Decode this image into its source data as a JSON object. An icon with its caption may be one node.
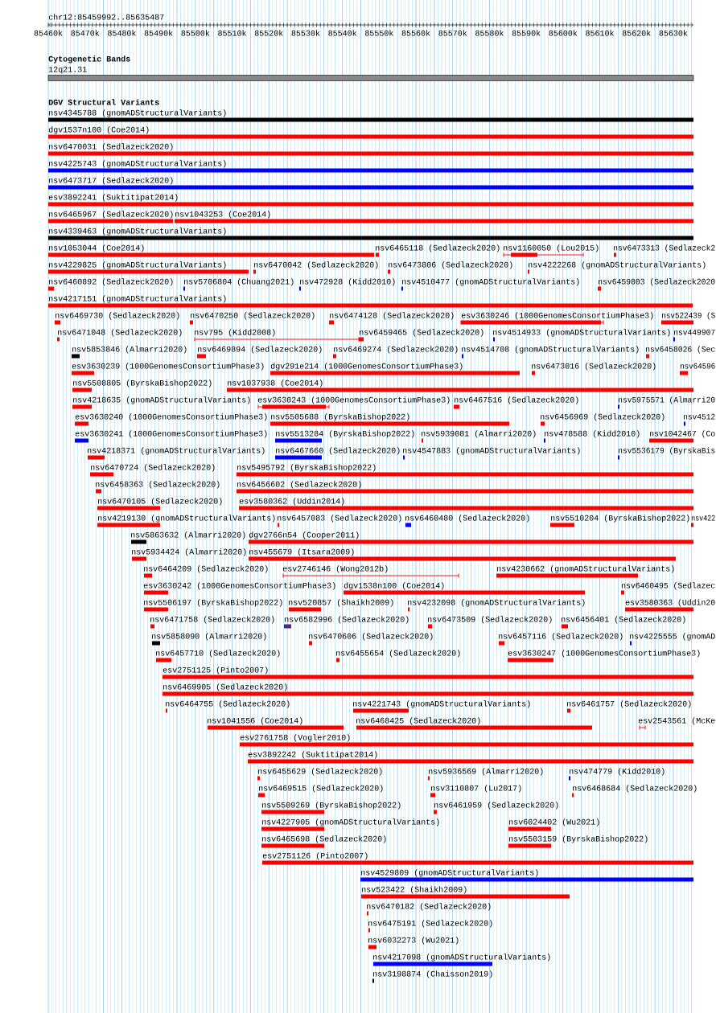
{
  "diagram": {
    "labels": [
      "chr12:85459992..85635487",
      "85460k",
      "85470k",
      "85480k",
      "85490k",
      "85500k",
      "85510k",
      "85520k",
      "85530k",
      "85540k",
      "85550k",
      "85560k",
      "85570k",
      "85580k",
      "85590k",
      "85600k",
      "85610k",
      "85620k",
      "85630k",
      "Cytogenetic Bands",
      "12q21.31",
      "DGV Structural Variants",
      "nsv4345788 (gnomADStructuralVariants)",
      "dgv1537n100 (Coe2014)",
      "nsv6470031 (Sedlazeck2020)",
      "nsv4225743 (gnomADStructuralVariants)",
      "nsv6473717 (Sedlazeck2020)",
      "esv3892241 (Suktitipat2014)",
      "nsv6465967 (Sedlazeck2020)",
      "nsv1043253 (Coe2014)",
      "nsv4339463 (gnomADStructuralVariants)",
      "nsv1053044 (Coe2014)",
      "nsv6465118 (Sedlazeck2020)",
      "nsv1160050 (Lou2015)",
      "nsv6473313 (Sedlazeck2",
      "nsv4229825 (gnomADStructuralVariants)",
      "nsv6470042 (Sedlazeck2020)",
      "nsv6473806 (Sedlazeck2020)",
      "nsv4222268 (gnomADStructuralVariants)",
      "nsv6460892 (Sedlazeck2020)",
      "nsv5706804 (Chuang2021)",
      "nsv472928 (Kidd2010)",
      "nsv4510477 (gnomADStructuralVariants)",
      "nsv6459803 (Sedlazeck2020",
      "nsv4217151 (gnomADStructuralVariants)",
      "nsv6469730 (Sedlazeck2020)",
      "nsv6470250 (Sedlazeck2020)",
      "nsv6474128 (Sedlazeck2020)",
      "esv3630246 (1000GenomesConsortiumPhase3)",
      "nsv522439 (S",
      "nsv6471048 (Sedlazeck2020)",
      "nsv795 (Kidd2008)",
      "nsv6459465 (Sedlazeck2020)",
      "nsv4514933 (gnomADStructuralVariants)",
      "nsv449907",
      "nsv5853846 (Almarri2020)",
      "nsv6469894 (Sedlazeck2020)",
      "nsv6469274 (Sedlazeck2020)",
      "nsv4514708 (gnomADStructuralVariants)",
      "nsv6458026 (Sec",
      "esv3630239 (1000GenomesConsortiumPhase3)",
      "dgv291e214 (1000GenomesConsortiumPhase3)",
      "nsv6473016 (Sedlazeck2020)",
      "nsv64596",
      "nsv5508805 (ByrskaBishop2022)",
      "nsv1037938 (Coe2014)",
      "nsv4218635 (gnomADStructuralVariants)",
      "esv3630243 (1000GenomesConsortiumPhase3)",
      "nsv6467516 (Sedlazeck2020)",
      "nsv5975571 (Almarri20",
      "esv3630240 (1000GenomesConsortiumPhase3)",
      "nsv5505688 (ByrskaBishop2022)",
      "nsv6456969 (Sedlazeck2020)",
      "nsv4512",
      "esv3630241 (1000GenomesConsortiumPhase3)",
      "nsv5513284 (ByrskaBishop2022)",
      "nsv5939081 (Almarri2020)",
      "nsv478588 (Kidd2010)",
      "nsv1042467 (Co",
      "nsv4218371 (gnomADStructuralVariants)",
      "nsv6467660 (Sedlazeck2020)",
      "nsv4547883 (gnomADStructuralVariants)",
      "nsv5536179 (ByrskaBis",
      "nsv6470724 (Sedlazeck2020)",
      "nsv5495792 (ByrskaBishop2022)",
      "nsv6458363 (Sedlazeck2020)",
      "nsv6456602 (Sedlazeck2020)",
      "nsv6470105 (Sedlazeck2020)",
      "esv3580362 (Uddin2014)",
      "nsv4219130 (gnomADStructuralVariants)",
      "nsv6457083 (Sedlazeck2020)",
      "nsv6460480 (Sedlazeck2020)",
      "nsv5510204 (ByrskaBishop2022)",
      "nsv422",
      "nsv5863632 (Almarri2020)",
      "dgv2766n54 (Cooper2011)",
      "nsv5934424 (Almarri2020)",
      "nsv455679 (Itsara2009)",
      "nsv6464209 (Sedlazeck2020)",
      "esv2746146 (Wong2012b)",
      "nsv4230662 (gnomADStructuralVariants)",
      "esv3630242 (1000GenomesConsortiumPhase3)",
      "dgv1538n100 (Coe2014)",
      "nsv6460495 (Sedlazec",
      "nsv5506197 (ByrskaBishop2022)",
      "nsv520857 (Shaikh2009)",
      "nsv4232098 (gnomADStructuralVariants)",
      "esv3580363 (Uddin20",
      "nsv6471758 (Sedlazeck2020)",
      "nsv6582996 (Sedlazeck2020)",
      "nsv6473509 (Sedlazeck2020)",
      "nsv6456401 (Sedlazeck2020)",
      "nsv5858090 (Almarri2020)",
      "nsv6470606 (Sedlazeck2020)",
      "nsv6457116 (Sedlazeck2020)",
      "nsv4225555 (gnomAD",
      "nsv6457710 (Sedlazeck2020)",
      "nsv6455654 (Sedlazeck2020)",
      "esv3630247 (1000GenomesConsortiumPhase3)",
      "esv2751125 (Pinto2007)",
      "nsv6469905 (Sedlazeck2020)",
      "nsv6464755 (Sedlazeck2020)",
      "nsv4221743 (gnomADStructuralVariants)",
      "nsv6461757 (Sedlazeck2020)",
      "nsv1041556 (Coe2014)",
      "nsv6468425 (Sedlazeck2020)",
      "esv2543561 (McKe",
      "esv2761758 (Vogler2010)",
      "esv3892242 (Suktitipat2014)",
      "nsv6455629 (Sedlazeck2020)",
      "nsv5936569 (Almarri2020)",
      "nsv474779 (Kidd2010)",
      "nsv6469515 (Sedlazeck2020)",
      "nsv3110807 (Lu2017)",
      "nsv6468684 (Sedlazeck2020)",
      "nsv5509269 (ByrskaBishop2022)",
      "nsv6461959 (Sedlazeck2020)",
      "nsv4227905 (gnomADStructuralVariants)",
      "nsv6024402 (Wu2021)",
      "nsv6465698 (Sedlazeck2020)",
      "nsv5503159 (ByrskaBishop2022)",
      "esv2751126 (Pinto2007)",
      "nsv4529809 (gnomADStructuralVariants)",
      "nsv523422 (Shaikh2009)",
      "nsv6470182 (Sedlazeck2020)",
      "nsv6475191 (Sedlazeck2020)",
      "nsv6032273 (Wu2021)",
      "nsv4217098 (gnomADStructuralVariants)",
      "nsv3198874 (Chaisson2019)"
    ]
  }
}
